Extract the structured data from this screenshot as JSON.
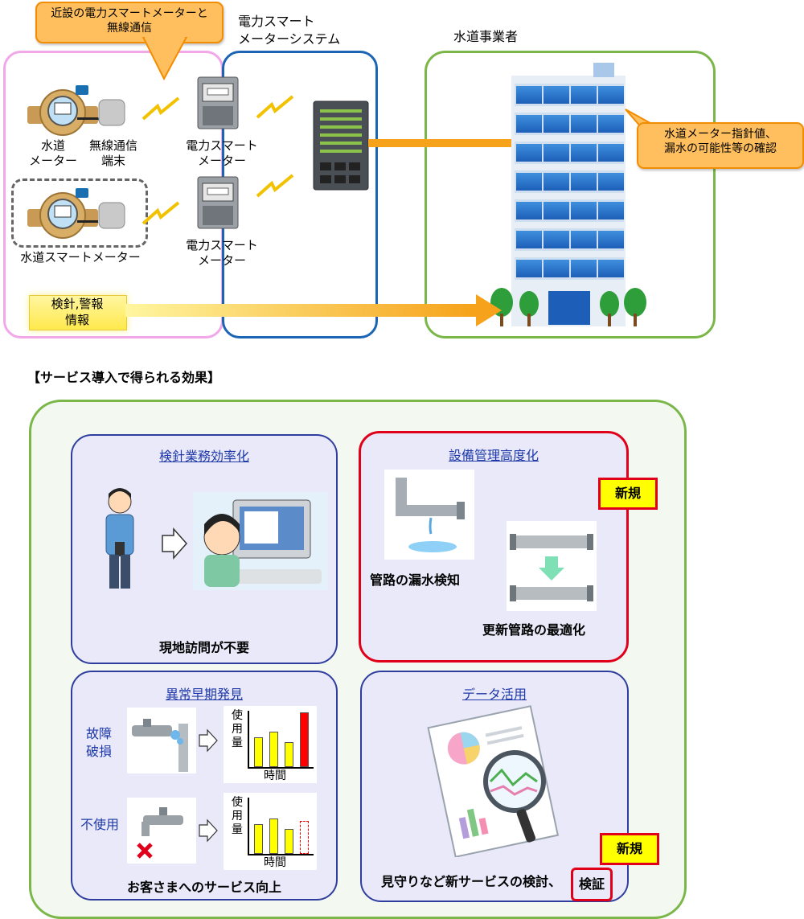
{
  "callout_top": "近設の電力スマートメーターと\n無線通信",
  "system_label": "電力スマート\nメーターシステム",
  "water_utility_label": "水道事業者",
  "water_meter_label": "水道\nメーター",
  "wireless_terminal_label": "無線通信\n端末",
  "electric_meter_label_1": "電力スマート\nメーター",
  "electric_meter_label_2": "電力スマート\nメーター",
  "water_smart_meter_label": "水道スマートメーター",
  "reading_info_label": "検針,警報\n情報",
  "building_callout": "水道メーター指針値、\n漏水の可能性等の確認",
  "effects_heading": "【サービス導入で得られる効果】",
  "panels": {
    "meter_reading": {
      "title": "検針業務効率化",
      "caption": "現地訪問が不要"
    },
    "facility": {
      "title": "設備管理高度化",
      "leak_caption": "管路の漏水検知",
      "pipe_caption": "更新管路の最適化",
      "badge": "新規"
    },
    "anomaly": {
      "title": "異常早期発見",
      "row1_label": "故障\n破損",
      "row2_label": "不使用",
      "chart_ylabel": "使\n用\n量",
      "chart_xlabel": "時間",
      "caption": "お客さまへのサービス向上"
    },
    "data_use": {
      "title": "データ活用",
      "caption_main": "見守りなど新サービスの検討、",
      "caption_highlight": "検証",
      "badge": "新規"
    }
  },
  "chart_data": [
    {
      "type": "bar",
      "xlabel": "時間",
      "ylabel": "使用量",
      "values": [
        0.55,
        0.65,
        0.45,
        1.0
      ],
      "colors": [
        "#ffff00",
        "#ffff00",
        "#ffff00",
        "#ff0000"
      ]
    },
    {
      "type": "bar",
      "xlabel": "時間",
      "ylabel": "使用量",
      "values": [
        0.55,
        0.65,
        0.45,
        0.6
      ],
      "colors": [
        "#ffff00",
        "#ffff00",
        "#ffff00",
        "none-dashed-red"
      ]
    }
  ],
  "colors": {
    "pink_box": "#f2a7e8",
    "blue_box": "#1c64b4",
    "green_box": "#7ab648",
    "orange": "#f6a21a",
    "new_red": "#e0001a"
  }
}
